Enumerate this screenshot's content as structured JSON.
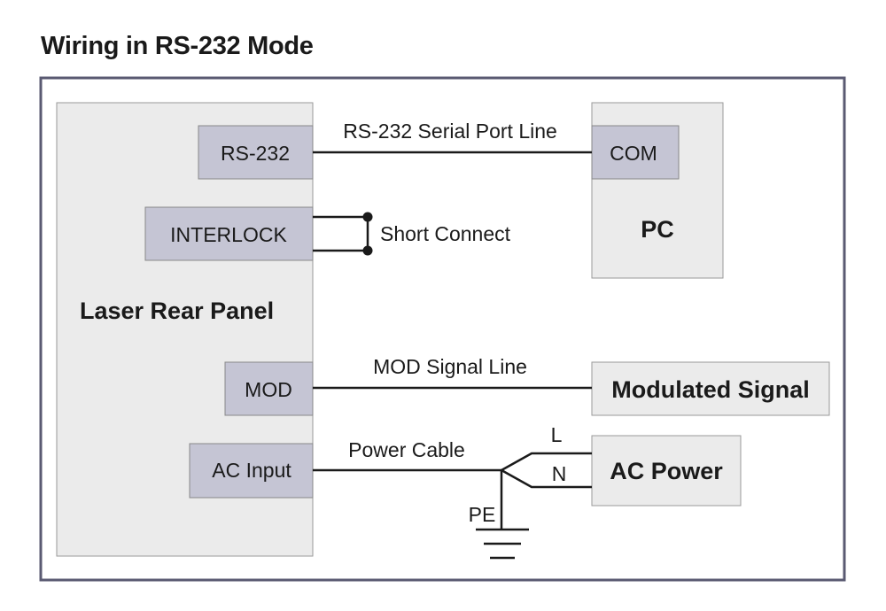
{
  "title": "Wiring in RS-232 Mode",
  "panel": {
    "name": "Laser Rear Panel",
    "ports": {
      "rs232": "RS-232",
      "interlock": "INTERLOCK",
      "mod": "MOD",
      "ac_input": "AC Input"
    }
  },
  "pc": {
    "name": "PC",
    "port": "COM"
  },
  "modulated_signal": "Modulated Signal",
  "ac_power": "AC Power",
  "lines": {
    "serial": "RS-232 Serial Port Line",
    "short": "Short Connect",
    "mod": "MOD Signal Line",
    "power": "Power Cable",
    "l": "L",
    "n": "N",
    "pe": "PE"
  },
  "colors": {
    "frame": "#5a5a72",
    "panel_fill": "#ebebeb",
    "port_fill": "#c5c5d4",
    "line": "#1a1a1a"
  }
}
